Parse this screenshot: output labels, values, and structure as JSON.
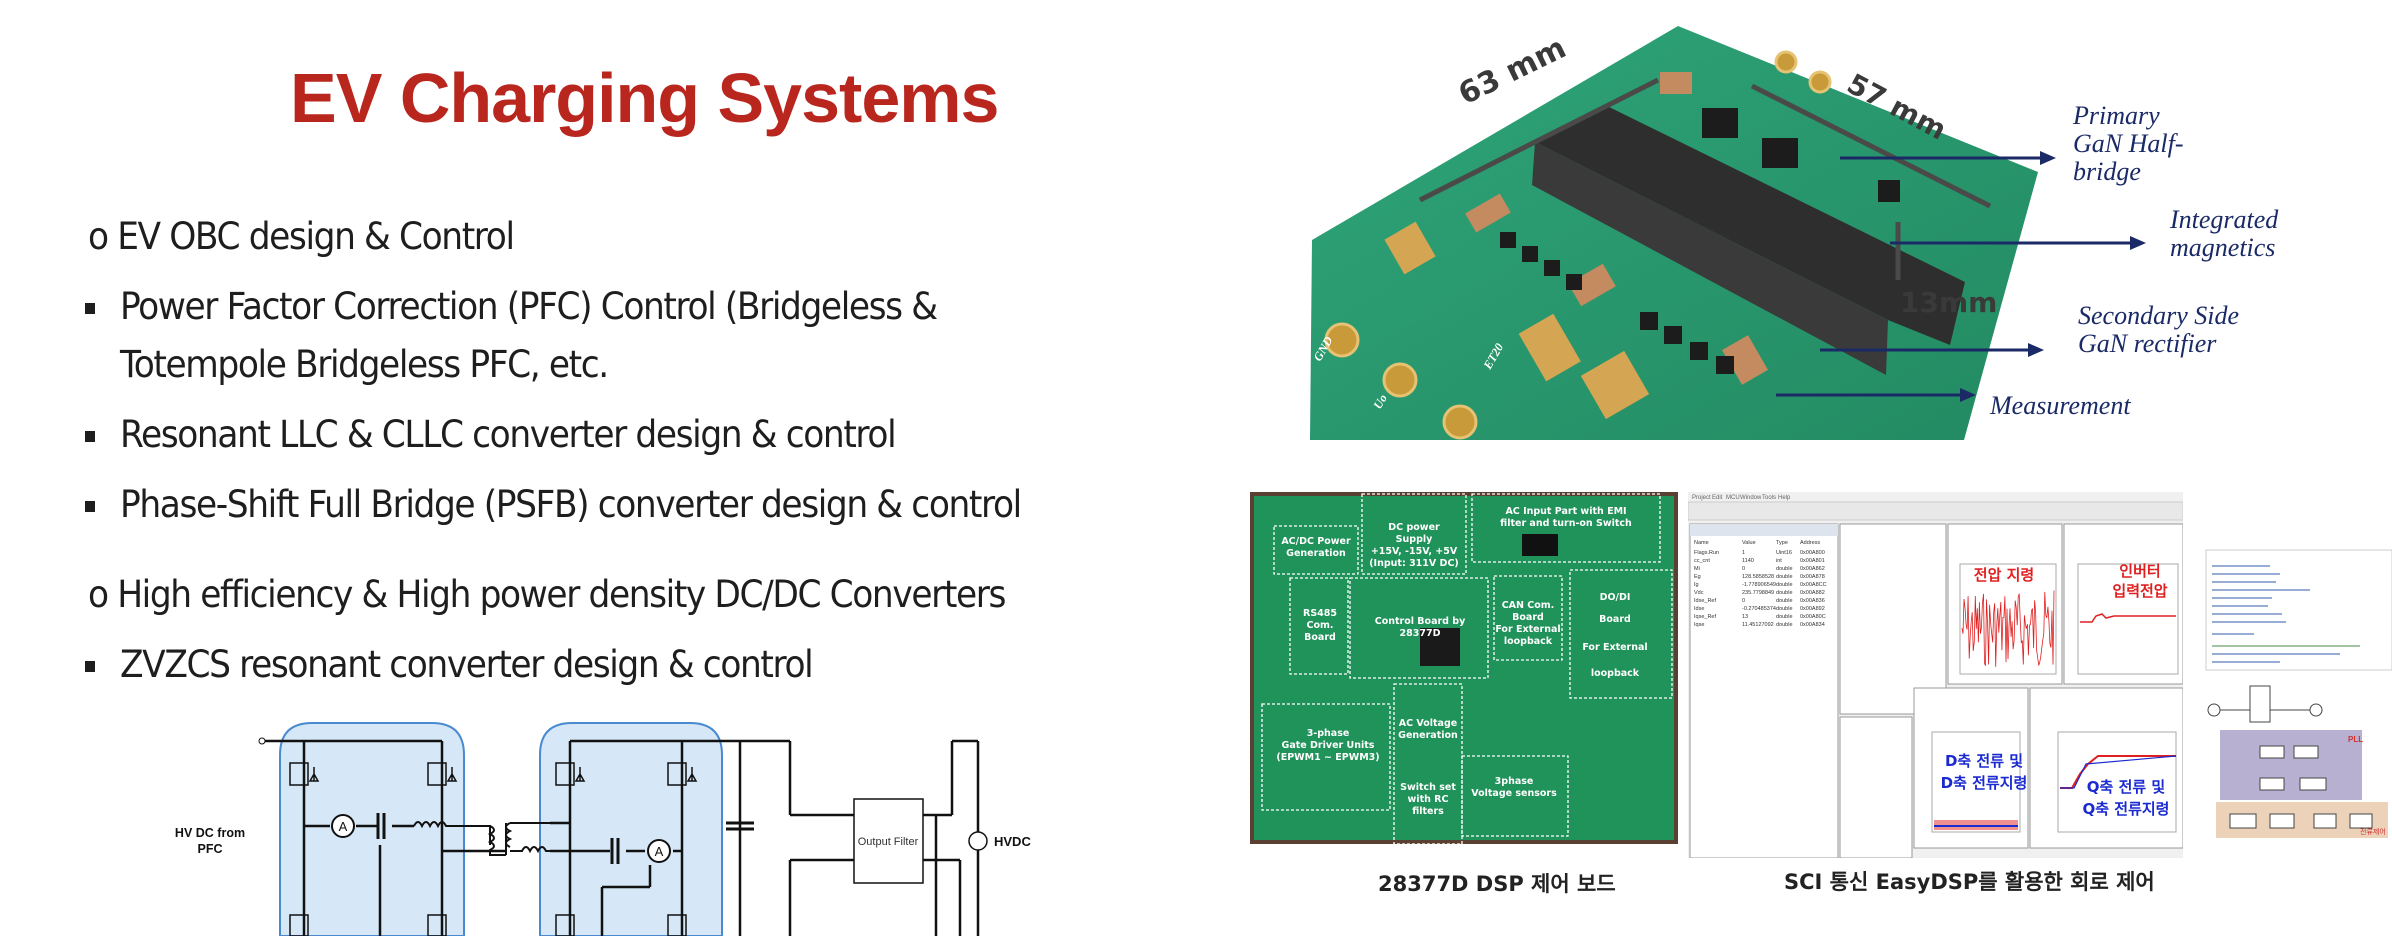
{
  "slide": {
    "title": "EV Charging Systems",
    "sections": [
      {
        "heading": "o EV OBC design & Control",
        "bullets": [
          [
            "Power Factor Correction (PFC) Control (Bridgeless &",
            "Totempole Bridgeless PFC, etc."
          ],
          [
            "Resonant LLC & CLLC converter design & control"
          ],
          [
            "Phase-Shift Full Bridge (PSFB) converter design & control"
          ]
        ]
      },
      {
        "heading": "o High efficiency & High power density DC/DC Converters",
        "bullets": [
          [
            "ZVZCS resonant converter design & control"
          ]
        ]
      }
    ]
  },
  "circuit": {
    "input_label_1": "HV DC from",
    "input_label_2": "PFC",
    "filter_label": "Output Filter",
    "output_label": "HVDC",
    "ammeter_symbol": "A"
  },
  "pcb_photo": {
    "dim_length": "63 mm",
    "dim_width": "57 mm",
    "dim_height": "13mm",
    "callouts": [
      [
        "Primary",
        "GaN Half-",
        "bridge"
      ],
      [
        "Integrated",
        "magnetics"
      ],
      [
        "Secondary Side",
        "GaN rectifier"
      ],
      [
        "Measurement",
        "..."
      ]
    ],
    "board_silk": [
      "GND",
      "Uo",
      "ET20"
    ]
  },
  "dsp_board": {
    "labels": {
      "acdc": [
        "AC/DC Power",
        "Generation"
      ],
      "dc_supply": [
        "DC power",
        "Supply",
        "+15V, -15V, +5V",
        "(Input: 311V DC)"
      ],
      "ac_input": [
        "AC Input Part with EMI",
        "filter and turn-on Switch"
      ],
      "rs485": [
        "RS485",
        "Com.",
        "Board"
      ],
      "control": [
        "Control Board by",
        "28377D"
      ],
      "can": [
        "CAN Com.",
        "Board",
        "For External",
        "loopback"
      ],
      "dodi": [
        "DO/DI",
        "Board",
        "For External",
        "loopback"
      ],
      "ac_voltage": [
        "AC Voltage",
        "Generation"
      ],
      "gate": [
        "3-phase",
        "Gate Driver Units",
        "(EPWM1 ~ EPWM3)"
      ],
      "switch": [
        "Switch set",
        "with RC",
        "filters"
      ],
      "sensors": [
        "3phase",
        "Voltage sensors"
      ]
    },
    "caption": "28377D DSP 제어 보드"
  },
  "easydsp": {
    "menu": [
      "Project",
      "Edit",
      "MCU",
      "Window",
      "Tools",
      "Help"
    ],
    "watch_headers": [
      "Name",
      "Value",
      "Type",
      "Address"
    ],
    "watch_rows": [
      [
        "Flags.Run",
        "1",
        "Uint16",
        "0x00A800"
      ],
      [
        "cc_cnt",
        "1140",
        "int",
        "0x00A801"
      ],
      [
        "Mi",
        "0",
        "double",
        "0x00A862"
      ],
      [
        "Eg",
        "128.5858528",
        "double",
        "0x00A878"
      ],
      [
        "Ig",
        "-1.778906549",
        "double",
        "0x00A8CC"
      ],
      [
        "Vdc",
        "235.7798849",
        "double",
        "0x00A882"
      ],
      [
        "Idse_Ref",
        "0",
        "double",
        "0x00A836"
      ],
      [
        "Idse",
        "-0.270485374",
        "double",
        "0x00A892"
      ],
      [
        "Iqse_Ref",
        "13",
        "double",
        "0x00A80C"
      ],
      [
        "Iqse",
        "11.45127092",
        "double",
        "0x00A834"
      ]
    ],
    "plot_labels": {
      "voltage_cmd": "전압 지령",
      "inverter_in_1": "인버터",
      "inverter_in_2": "입력전압",
      "d_axis_1": "D축 전류 및",
      "d_axis_2": "D축 전류지령",
      "q_axis_1": "Q축 전류 및",
      "q_axis_2": "Q축 전류지령"
    },
    "caption": "SCI 통신 EasyDSP를 활용한 회로 제어"
  },
  "control_diagram": {
    "pll_label": "PLL",
    "current_label": "전류제어"
  },
  "colors": {
    "title": "#b8261e",
    "text": "#1e1e1e",
    "pcb_green": "#2f9e74",
    "callout_navy": "#1a2a66",
    "plot_red": "#e02020",
    "plot_blue": "#1a2ad0"
  }
}
